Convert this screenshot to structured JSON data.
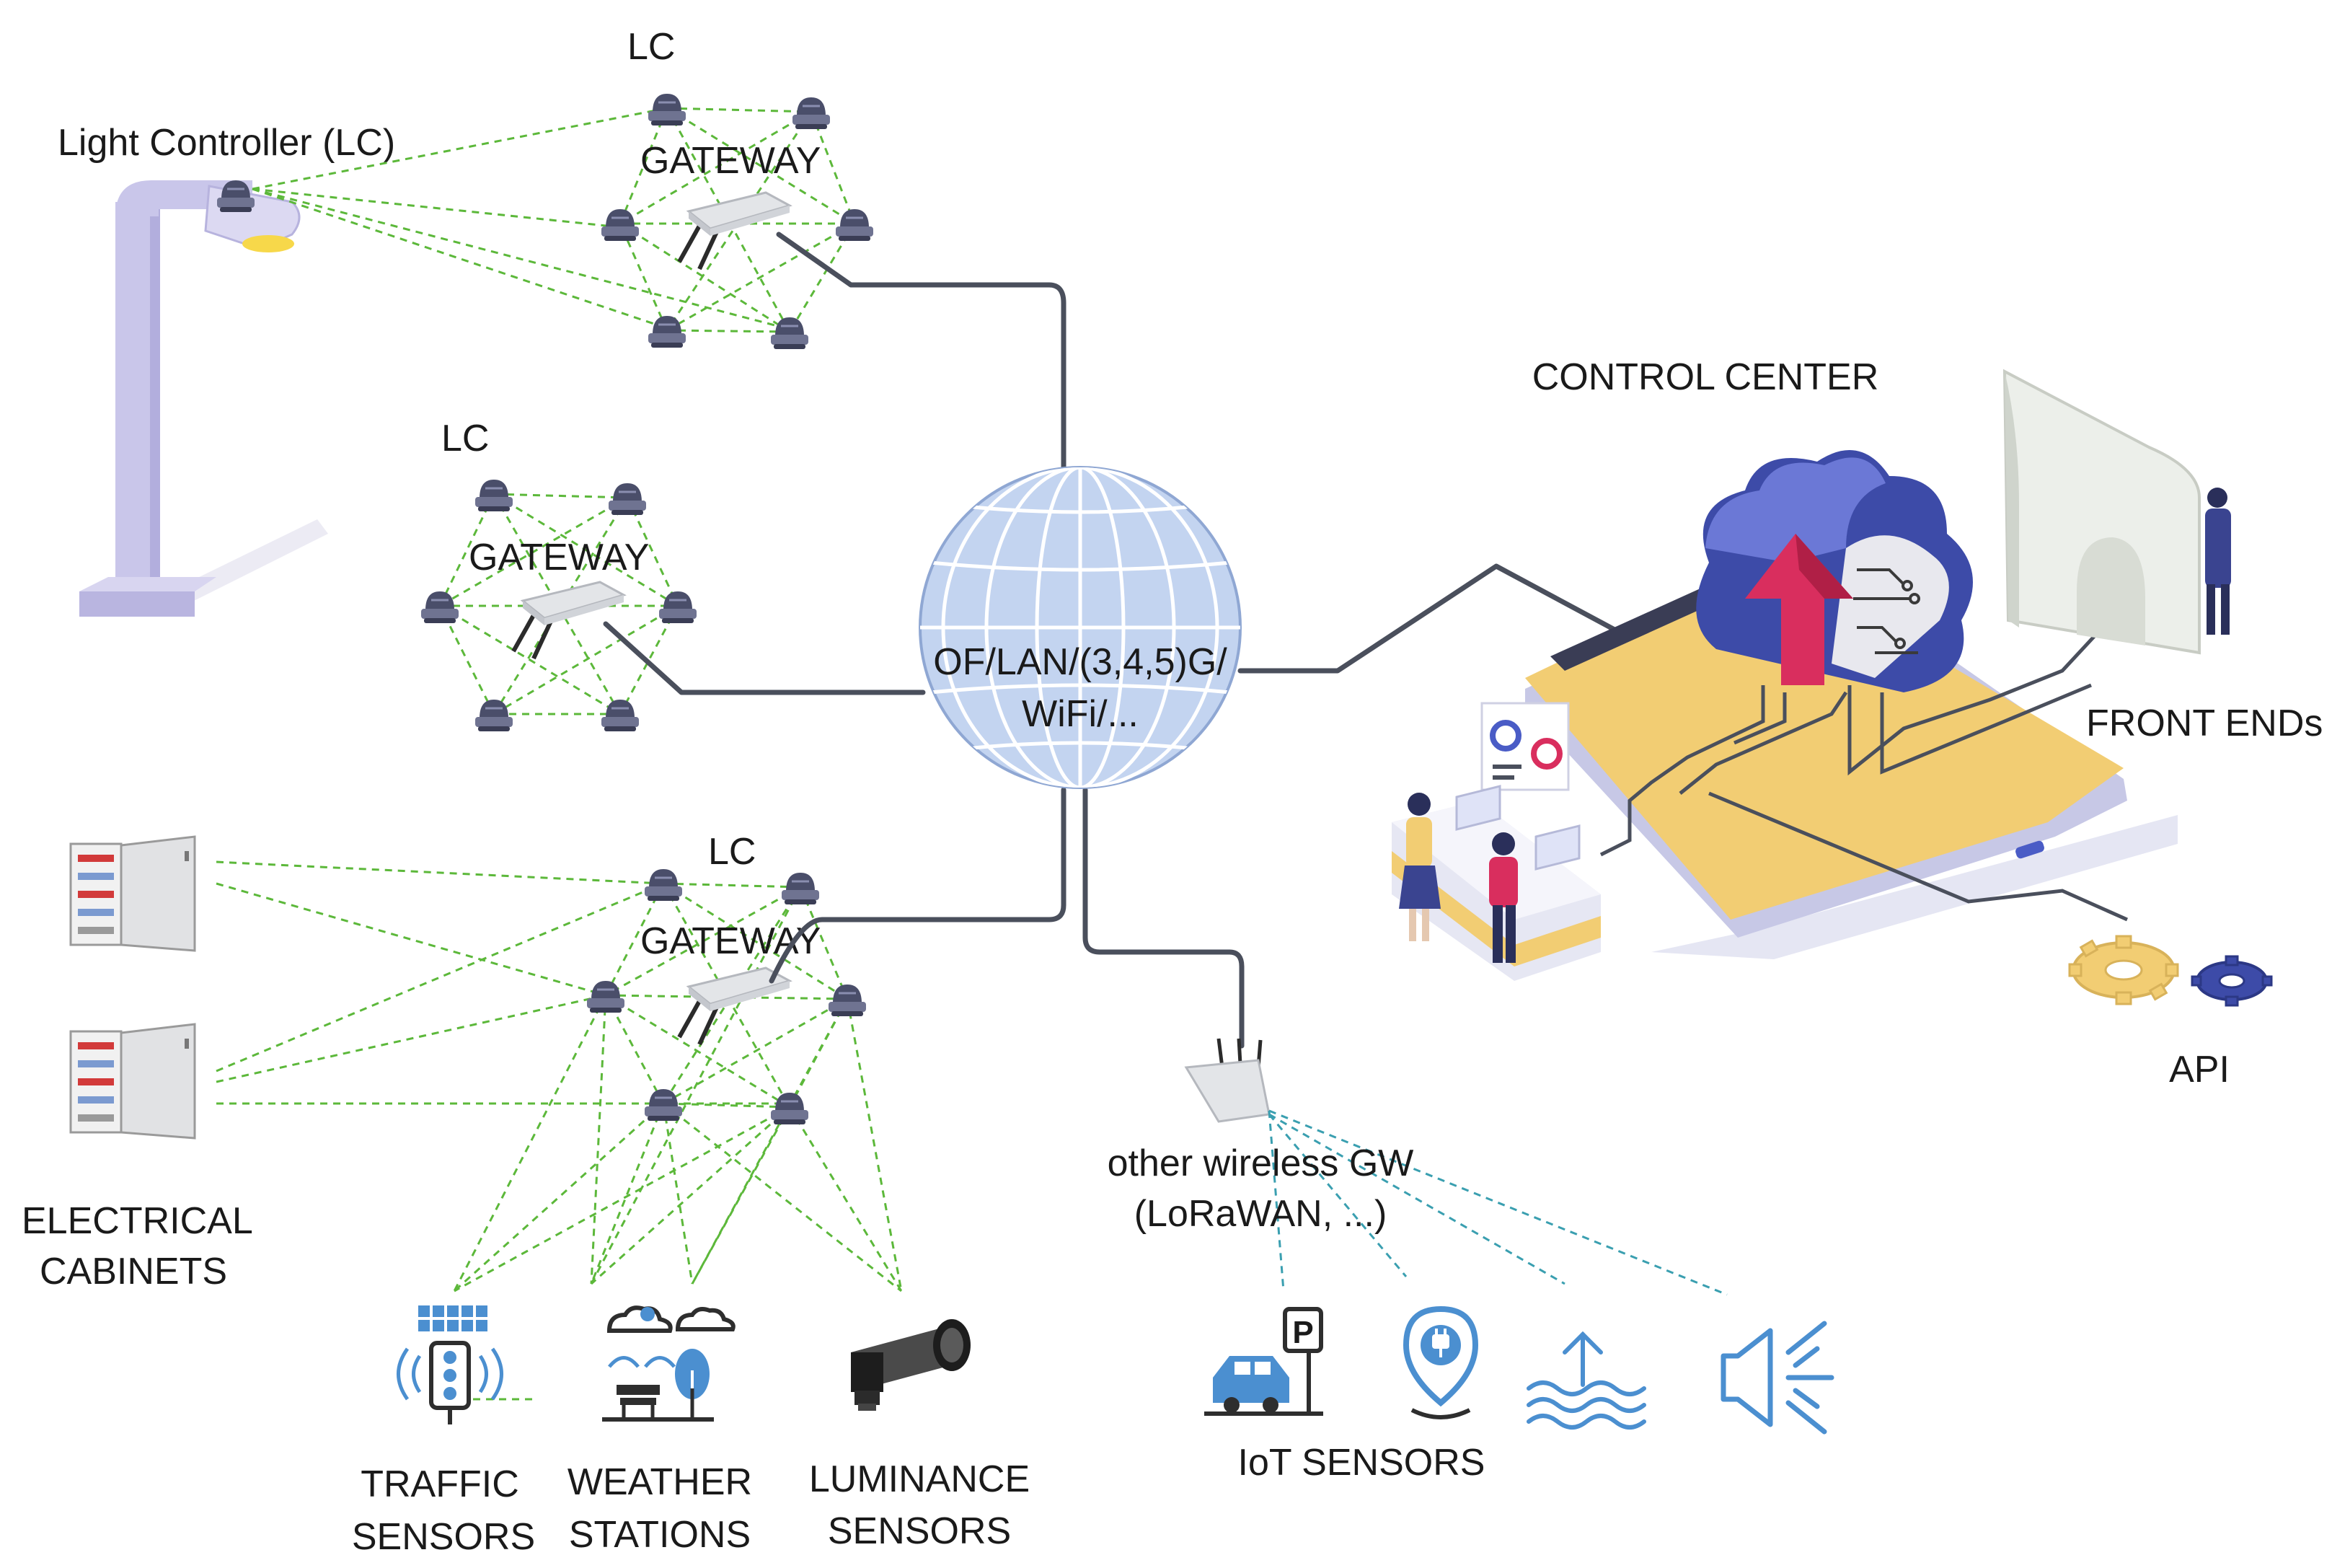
{
  "labels": {
    "light_controller": "Light Controller (LC)",
    "lc_1": "LC",
    "lc_2": "LC",
    "lc_3": "LC",
    "gateway_1": "GATEWAY",
    "gateway_2": "GATEWAY",
    "gateway_3": "GATEWAY",
    "network_line1": "OF/LAN/(3,4,5)G/",
    "network_line2": "WiFi/...",
    "control_center": "CONTROL CENTER",
    "front_ends": "FRONT ENDs",
    "api": "API",
    "electrical_line1": "ELECTRICAL",
    "electrical_line2": "CABINETS",
    "other_gw_line1": "other wireless GW",
    "other_gw_line2": "(LoRaWAN, ...)",
    "iot_sensors": "IoT SENSORS",
    "traffic_line1": "TRAFFIC",
    "traffic_line2": "SENSORS",
    "weather_line1": "WEATHER",
    "weather_line2": "STATIONS",
    "luminance_line1": "LUMINANCE",
    "luminance_line2": "SENSORS",
    "parking_sign": "P"
  },
  "colors": {
    "mesh_green": "#5cb83a",
    "iot_teal": "#3a9fb0",
    "wire": "#4a4f5c",
    "globe": "#b9cdec",
    "cloud": "#3d4ba8",
    "tablet": "#f2cd73",
    "icon_blue": "#4b8fd0",
    "node": "#4a4e6a"
  },
  "icons": {
    "street_lamp": "street-lamp-icon",
    "controller_node": "light-controller-node-icon",
    "gateway_router": "wireless-router-icon",
    "globe": "globe-icon",
    "cloud": "cloud-icon",
    "monitor": "monitor-icon",
    "gear": "gear-icon",
    "cabinet": "electrical-cabinet-icon",
    "traffic": "traffic-light-icon",
    "weather": "weather-station-icon",
    "luminance": "luminance-sensor-icon",
    "car_parking": "parking-car-icon",
    "plug_pin": "charging-pin-icon",
    "water_level": "water-level-icon",
    "noise": "speaker-noise-icon"
  }
}
